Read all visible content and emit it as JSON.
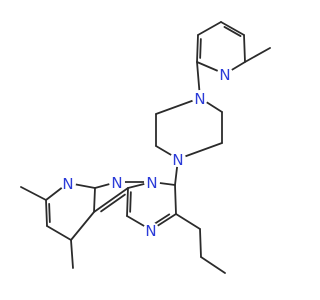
{
  "molecule": {
    "atoms": [
      {
        "id": "N1",
        "label": "N"
      },
      {
        "id": "N2",
        "label": "N"
      },
      {
        "id": "N3",
        "label": "N"
      },
      {
        "id": "N4",
        "label": "N"
      },
      {
        "id": "N5",
        "label": "N"
      },
      {
        "id": "N6",
        "label": "N"
      },
      {
        "id": "N7",
        "label": "N"
      }
    ],
    "colors": {
      "bond": "#2b2b2b",
      "nitrogen": "#2b3bd8",
      "background": "#ffffff"
    }
  }
}
